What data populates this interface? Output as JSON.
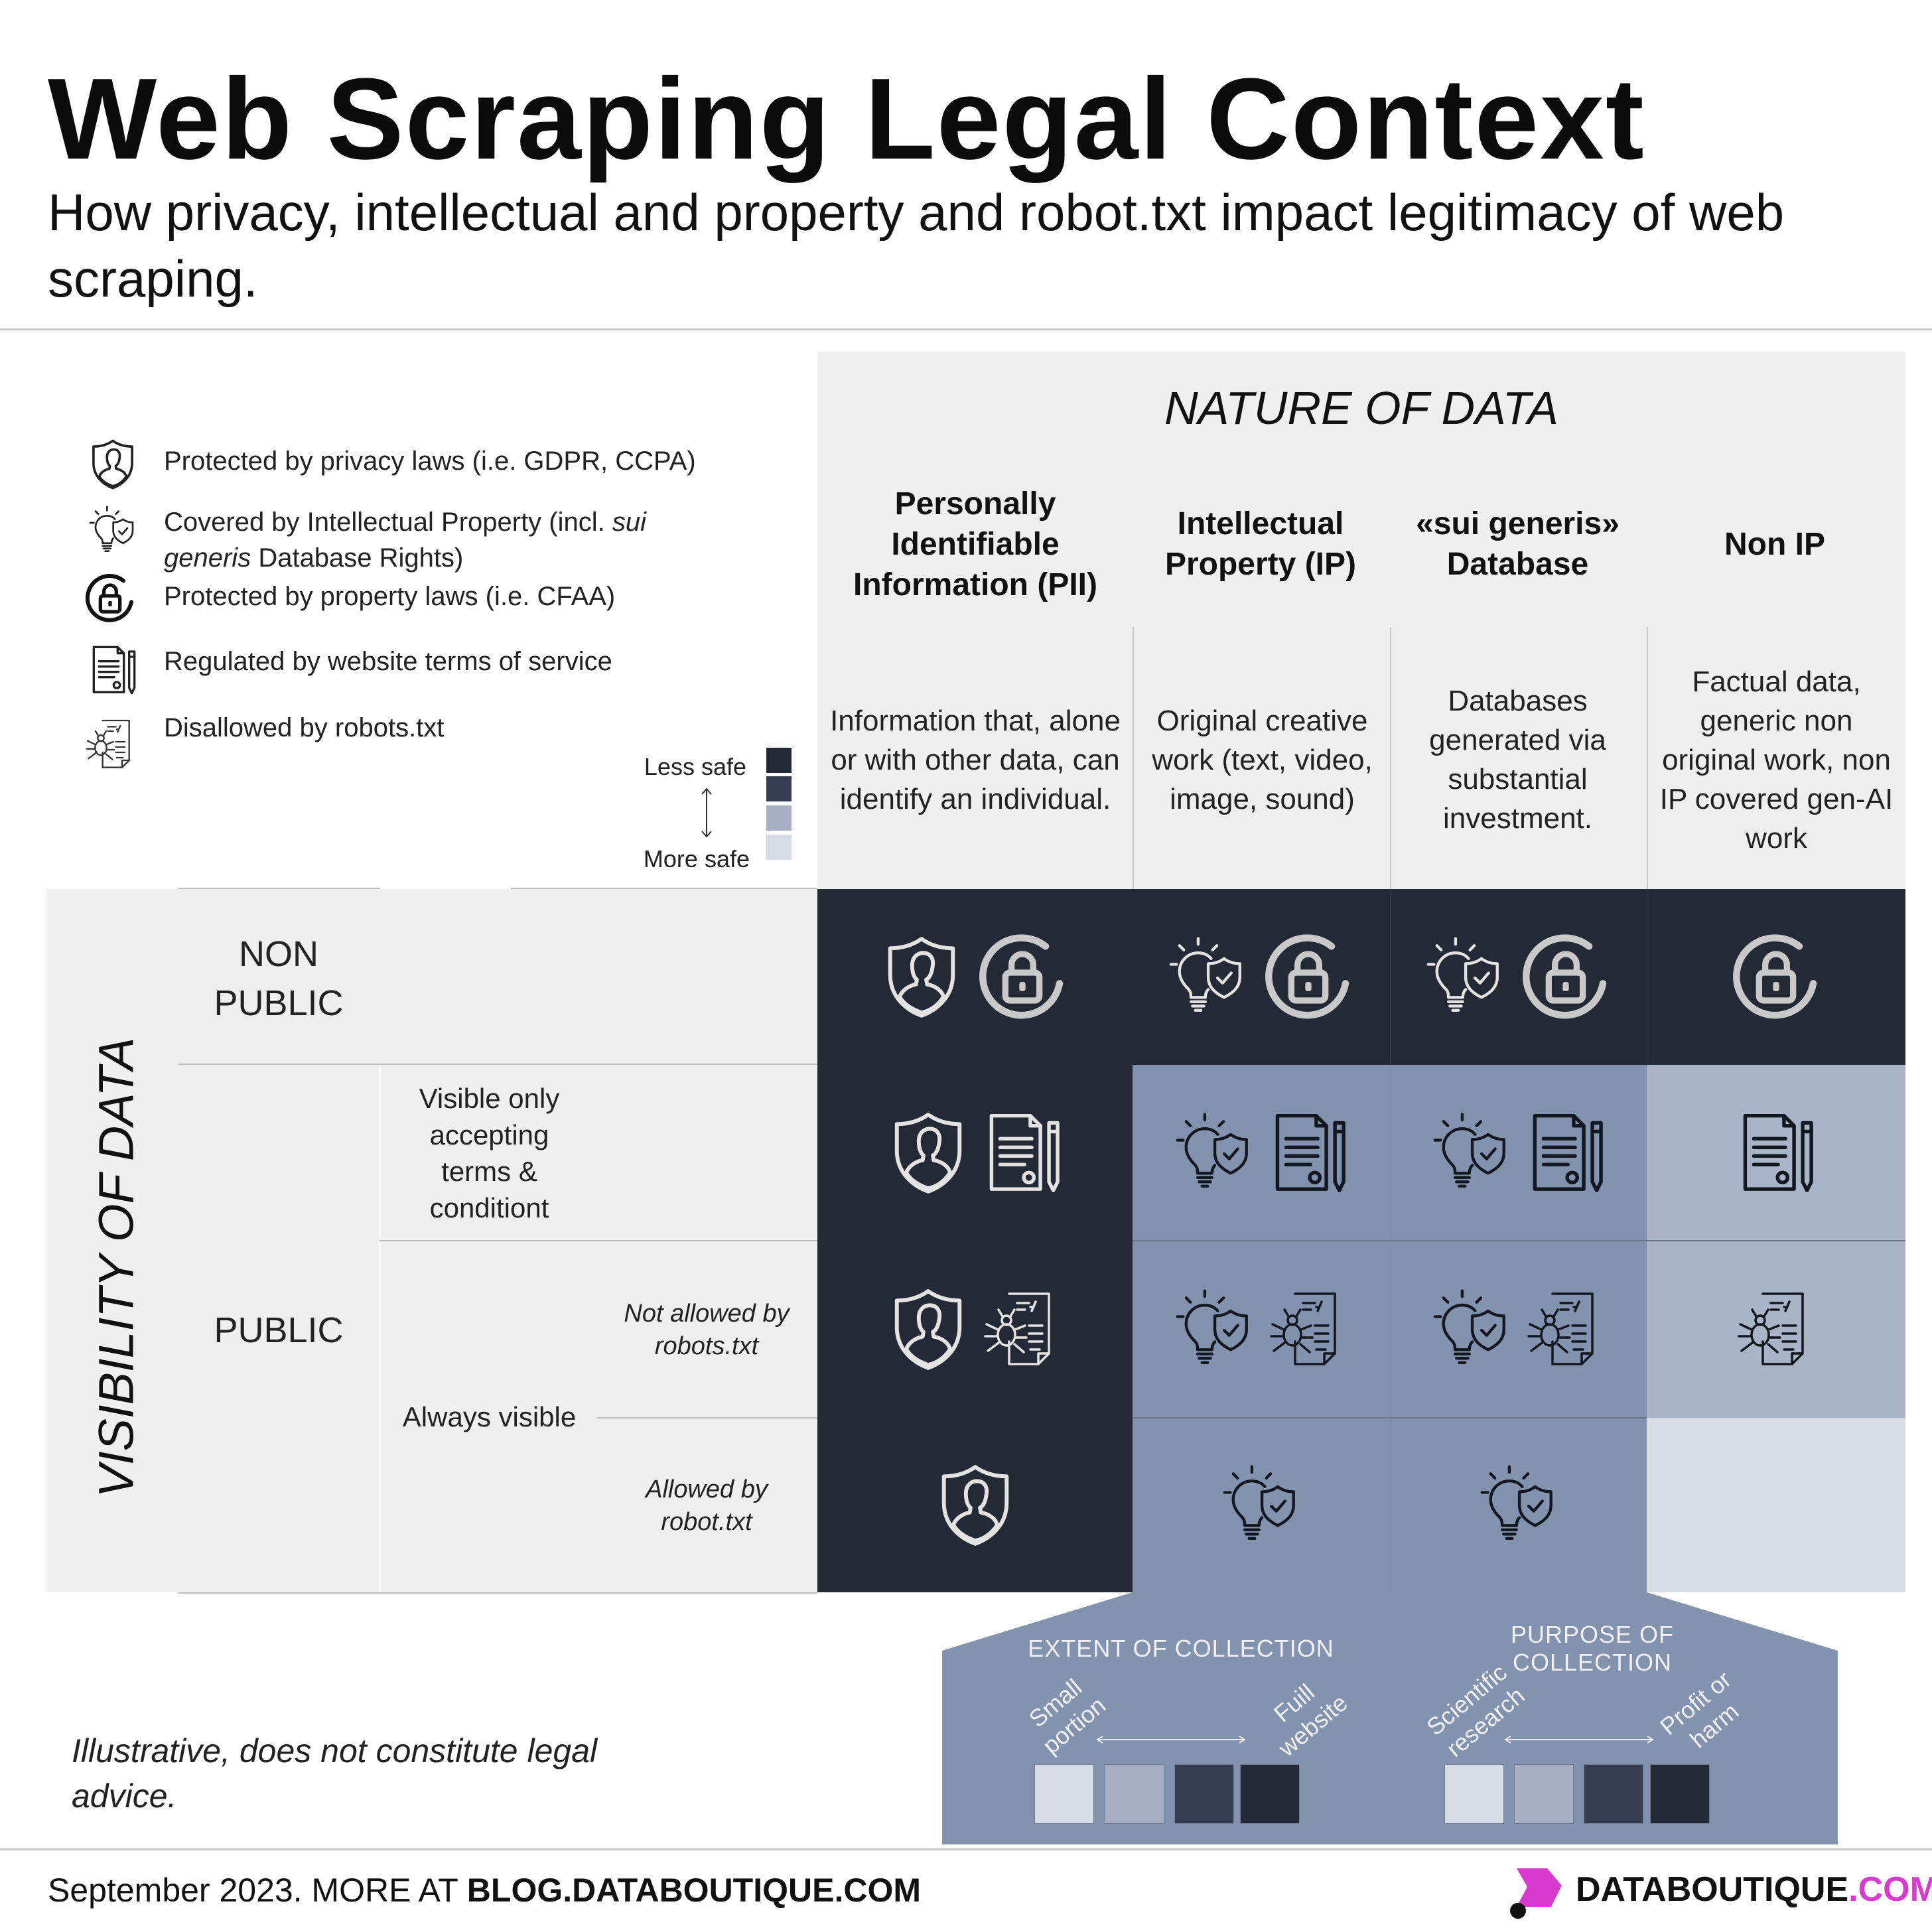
{
  "header": {
    "title": "Web Scraping Legal Context",
    "subtitle": "How privacy, intellectual and property and robot.txt impact legitimacy of web scraping."
  },
  "legend": {
    "items": [
      {
        "icon": "shield-person-icon",
        "text": "Protected by privacy laws (i.e. GDPR, CCPA)"
      },
      {
        "icon": "lightbulb-shield-icon",
        "text_pre": "Covered by Intellectual Property (incl. ",
        "text_em": "sui generis",
        "text_post": " Database Rights)"
      },
      {
        "icon": "lock-circle-icon",
        "text": "Protected by property laws (i.e. CFAA)"
      },
      {
        "icon": "document-pen-icon",
        "text": "Regulated by website terms of service"
      },
      {
        "icon": "robots-bug-icon",
        "text": "Disallowed by robots.txt"
      }
    ],
    "scale_top": "Less safe",
    "scale_bottom": "More safe",
    "scale_colors": [
      "#232a36",
      "#353f51",
      "#a6b0c2",
      "#d8dde5"
    ]
  },
  "nature": {
    "title": "NATURE OF DATA",
    "columns": [
      {
        "header": "Personally Identifiable Information (PII)",
        "desc": "Information that, alone or with other data, can identify an individual."
      },
      {
        "header": "Intellectual Property (IP)",
        "desc": "Original creative work (text, video, image, sound)"
      },
      {
        "header": "«sui generis» Database",
        "desc": "Databases generated via substantial investment."
      },
      {
        "header": "Non IP",
        "desc": "Factual data, generic non original work, non IP covered gen-AI work"
      }
    ]
  },
  "visibility": {
    "title": "VISIBILITY OF DATA",
    "non_public": "NON PUBLIC",
    "public": "PUBLIC",
    "visible_terms": "Visible only accepting terms & conditiont",
    "always_visible": "Always visible",
    "not_allowed": "Not allowed by robots.txt",
    "allowed": "Allowed by robot.txt"
  },
  "colors": {
    "darkest": "#232a36",
    "mid_blue": "#8393ad",
    "light_blue": "#a9b4c6",
    "lightest": "#d8dde5",
    "header_bg": "#efefef",
    "brand": "#d83ad0"
  },
  "bottom": {
    "extent_title": "EXTENT OF COLLECTION",
    "extent_low": "Small portion",
    "extent_high": "Fuill website",
    "purpose_title": "PURPOSE OF COLLECTION",
    "purpose_low": "Scientific research",
    "purpose_high": "Profit or harm"
  },
  "disclaimer": "Illustrative, does not constitute legal advice.",
  "footer": {
    "date": "September 2023. MORE AT ",
    "link": "BLOG.DATABOUTIQUE.COM",
    "brand_a": "DATABOUTIQUE",
    "brand_b": ".COM"
  }
}
